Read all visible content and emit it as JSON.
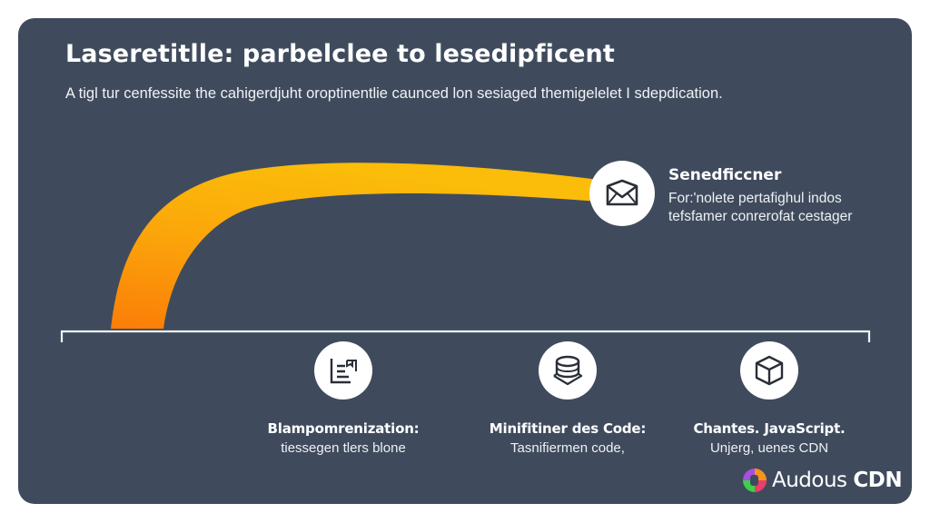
{
  "header": {
    "title": "Laseretitlle: parbelclee to lesedipficent",
    "subtitle": "A tigl tur cenfessite the cahigerdjuht oroptinentlie caunced lon sesiaged themigelelet I sdepdication."
  },
  "flow": {
    "curve_color_start": "#fb8109",
    "curve_color_end": "#fbbc0a",
    "baseline_color": "#f2f4f7"
  },
  "top_node": {
    "icon": "envelope-icon",
    "heading": "Senedficcner",
    "desc_line1": "For:'nolete pertafighul indos",
    "desc_line2": "tefsfamer conrerofat cestager"
  },
  "features": [
    {
      "icon": "document-list-icon",
      "heading": "Blampomrenization:",
      "desc": "tiessegen tlers blone"
    },
    {
      "icon": "database-stack-icon",
      "heading": "Minifitiner des Code:",
      "desc": "Tasnifiermen code,"
    },
    {
      "icon": "cube-icon",
      "heading": "Chantes. JavaScript.",
      "desc": "Unjerg, uenes CDN"
    }
  ],
  "brand": {
    "name_regular": "Audous",
    "name_bold": "CDN"
  },
  "colors": {
    "panel_bg": "#3f4b5d",
    "page_bg": "#ffffff",
    "text": "#ffffff",
    "accent_orange": "#fb8109",
    "accent_yellow": "#fbbc0a"
  }
}
